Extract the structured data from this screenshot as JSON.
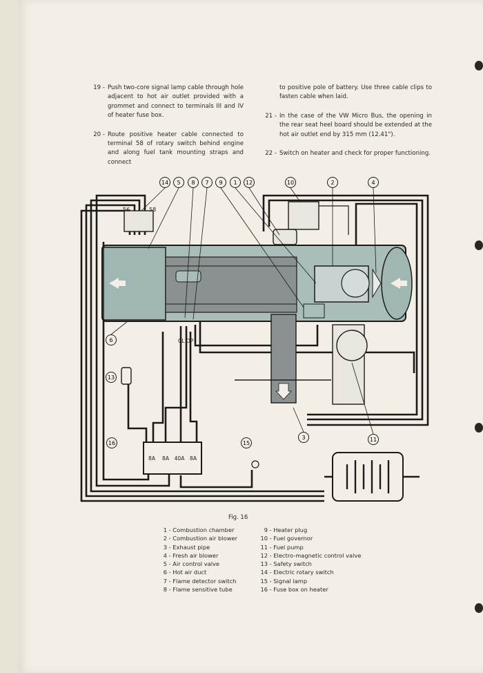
{
  "instructions_left": [
    {
      "number": "19",
      "text": "Push two-core signal lamp cable through hole adjacent to hot air outlet provided with a grommet and connect to terminals III and IV of heater fuse box."
    },
    {
      "number": "20",
      "text": "Route positive heater cable connected to terminal 58 of rotary switch behind engine and along fuel tank mounting straps and connect"
    }
  ],
  "instructions_right_continuation": "to positive pole of battery. Use three cable clips to fasten cable when laid.",
  "instructions_right": [
    {
      "number": "21",
      "text": "In the case of the VW Micro Bus, the opening in the rear seat heel board should be extended at the hot air outlet end by 315 mm (12.41\")."
    },
    {
      "number": "22",
      "text": "Switch on heater and check for proper functioning."
    }
  ],
  "diagram": {
    "callouts_top": [
      "14",
      "5",
      "8",
      "7",
      "9",
      "1",
      "12",
      "10",
      "2",
      "4"
    ],
    "callouts_other": [
      "6",
      "13",
      "16",
      "15",
      "3",
      "11"
    ],
    "fuse_labels": [
      "8A",
      "8A",
      "40A",
      "8A"
    ],
    "switch_terminals": [
      "56",
      "58"
    ],
    "cl_op_label": "CL  OP"
  },
  "figure_caption": "Fig. 16",
  "legend_left": [
    {
      "n": "1",
      "label": "Combustion chamber"
    },
    {
      "n": "2",
      "label": "Combustion air blower"
    },
    {
      "n": "3",
      "label": "Exhaust pipe"
    },
    {
      "n": "4",
      "label": "Fresh air blower"
    },
    {
      "n": "5",
      "label": "Air control valve"
    },
    {
      "n": "6",
      "label": "Hot air duct"
    },
    {
      "n": "7",
      "label": "Flame detector switch"
    },
    {
      "n": "8",
      "label": "Flame sensitive tube"
    }
  ],
  "legend_right": [
    {
      "n": "9",
      "label": "Heater plug"
    },
    {
      "n": "10",
      "label": "Fuel governor"
    },
    {
      "n": "11",
      "label": "Fuel pump"
    },
    {
      "n": "12",
      "label": "Electro-magnetic control valve"
    },
    {
      "n": "13",
      "label": "Safety switch"
    },
    {
      "n": "14",
      "label": "Electric rotary switch"
    },
    {
      "n": "15",
      "label": "Signal lamp"
    },
    {
      "n": "16",
      "label": "Fuse box on heater"
    }
  ]
}
